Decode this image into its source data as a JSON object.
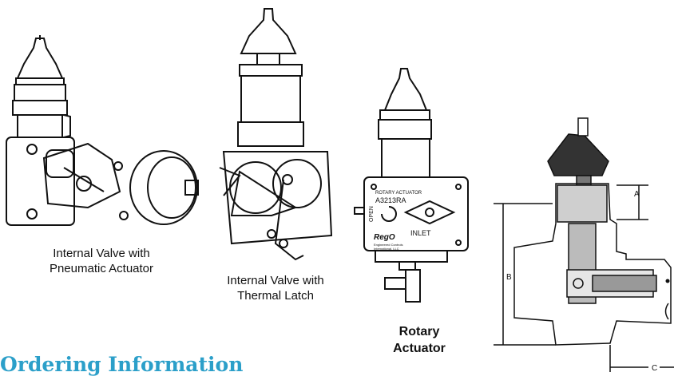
{
  "captions": {
    "pneumatic_line1": "Internal Valve with",
    "pneumatic_line2": "Pneumatic Actuator",
    "thermal_line1": "Internal Valve with",
    "thermal_line2": "Thermal Latch",
    "rotary_line1": "Rotary",
    "rotary_line2": "Actuator"
  },
  "actuator_plate": {
    "label": "ROTARY ACTUATOR",
    "model": "A3213RA",
    "open": "OPEN",
    "inlet": "INLET",
    "brand": "RegO",
    "maker_line1": "Engineered Controls",
    "maker_line2": "International, LLC"
  },
  "dimensions": {
    "a": "A",
    "b": "B",
    "c": "C"
  },
  "section": {
    "heading": "Ordering Information"
  },
  "colors": {
    "heading": "#2b9fc9",
    "line": "#111111"
  }
}
